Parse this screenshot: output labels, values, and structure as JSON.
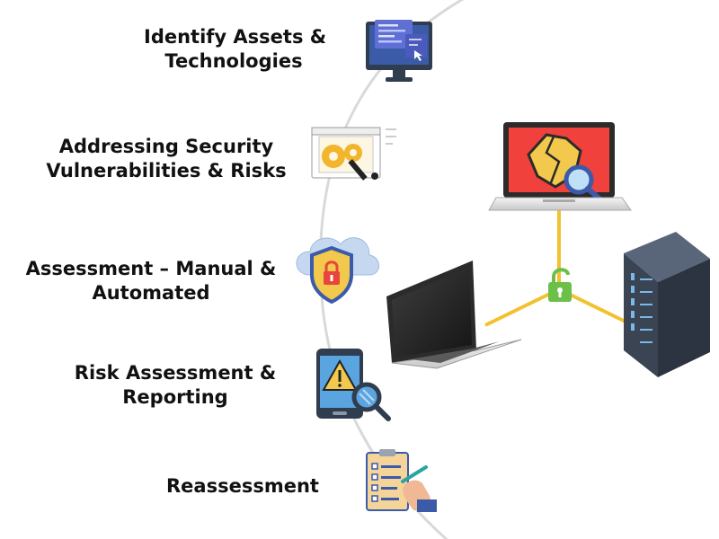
{
  "steps": [
    {
      "lines": [
        "Identify Assets &",
        "Technologies"
      ],
      "icon": "code-monitor-icon"
    },
    {
      "lines": [
        "Addressing Security",
        "Vulnerabilities & Risks"
      ],
      "icon": "gears-wrench-icon"
    },
    {
      "lines": [
        "Assessment – Manual &",
        "Automated"
      ],
      "icon": "cloud-shield-lock-icon"
    },
    {
      "lines": [
        "Risk Assessment &",
        "Reporting"
      ],
      "icon": "phone-warning-magnifier-icon"
    },
    {
      "lines": [
        "Reassessment"
      ],
      "icon": "clipboard-checklist-icon"
    }
  ],
  "illustration": {
    "devices": [
      "laptop-broken-shield-icon",
      "laptop-icon",
      "server-rack-icon"
    ],
    "hub": "unlocked-padlock-icon"
  },
  "colors": {
    "arc": "#d9d9d9",
    "connector": "#f2c12e",
    "alert_red": "#f0413c",
    "lock_green": "#6cc04a",
    "server_dark": "#3a4453",
    "server_led": "#7ab8e8",
    "shield_yellow": "#f2c94c",
    "icon_blue": "#3b5ba9"
  }
}
